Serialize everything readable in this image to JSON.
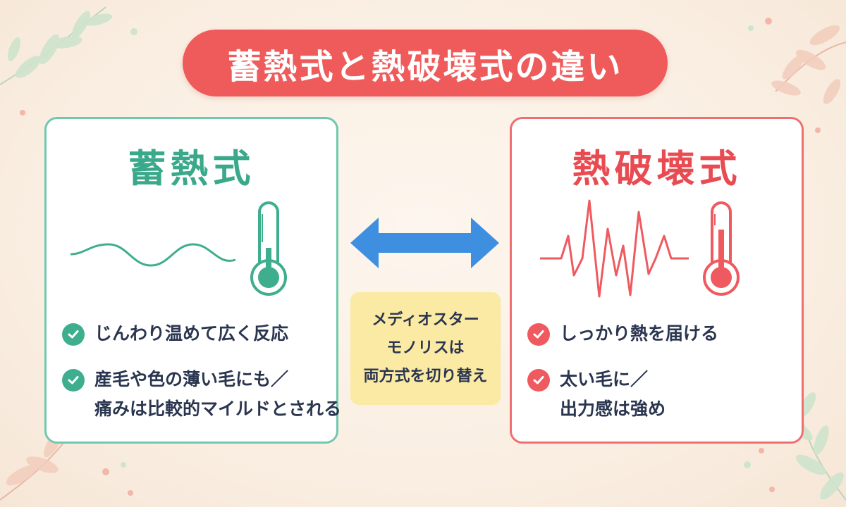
{
  "title": "蓄熱式と熱破壊式の違い",
  "left_card": {
    "heading": "蓄熱式",
    "items": [
      {
        "lines": [
          "じんわり温めて広く反応"
        ]
      },
      {
        "lines": [
          "産毛や色の薄い毛にも／",
          "痛みは比較的マイルドとされる"
        ]
      }
    ]
  },
  "right_card": {
    "heading": "熱破壊式",
    "items": [
      {
        "lines": [
          "しっかり熱を届ける"
        ]
      },
      {
        "lines": [
          "太い毛に／",
          "出力感は強め"
        ]
      }
    ]
  },
  "center_note": {
    "lines": [
      "メディオスター",
      "モノリスは",
      "両方式を切り替え"
    ]
  },
  "colors": {
    "title_bg": "#ef5b5b",
    "left_accent": "#3eae8e",
    "right_accent": "#ee5a5f",
    "arrow": "#3f8fe0",
    "note_bg": "#fbeaa3",
    "text": "#2a3550"
  },
  "icons": {
    "left_wave": "gentle-sine-wave",
    "right_wave": "sharp-spike-wave",
    "thermometer": "thermometer-icon",
    "check": "check-icon",
    "arrow": "double-headed-arrow"
  }
}
